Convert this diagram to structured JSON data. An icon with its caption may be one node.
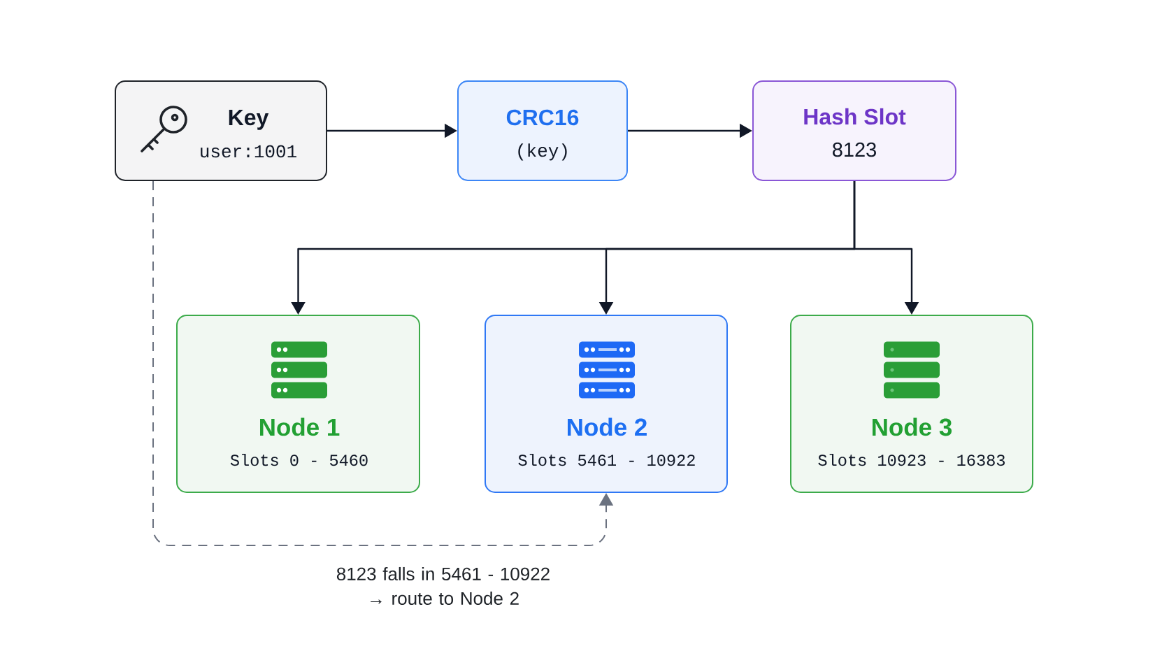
{
  "diagram": {
    "nodes": [
      {
        "text": [
          "Key",
          "user:1001"
        ]
      },
      {
        "text": [
          "CRC16",
          "(key)"
        ]
      },
      {
        "text": [
          "Hash Slot",
          "8123"
        ]
      },
      {
        "text": [
          "Node 1",
          "Slots 0 - 5460"
        ]
      },
      {
        "text": [
          "Node 2",
          "Slots 5461 - 10922"
        ]
      },
      {
        "text": [
          "Node 3",
          "Slots 10923 - 16383"
        ]
      }
    ],
    "edges": [
      {
        "from": 0,
        "to": 1,
        "arrow": "to"
      },
      {
        "from": 1,
        "to": 2,
        "arrow": "to"
      },
      {
        "from": 2,
        "to": 3,
        "arrow": "to"
      },
      {
        "from": 2,
        "to": 4,
        "arrow": "to"
      },
      {
        "from": 2,
        "to": 5,
        "arrow": "to"
      },
      {
        "from": 0,
        "to": 4,
        "arrow": "to",
        "style": "dashed",
        "color": "#6b7280",
        "label": "8123 falls in 5461 - 10922 → route to Node 2"
      }
    ]
  }
}
